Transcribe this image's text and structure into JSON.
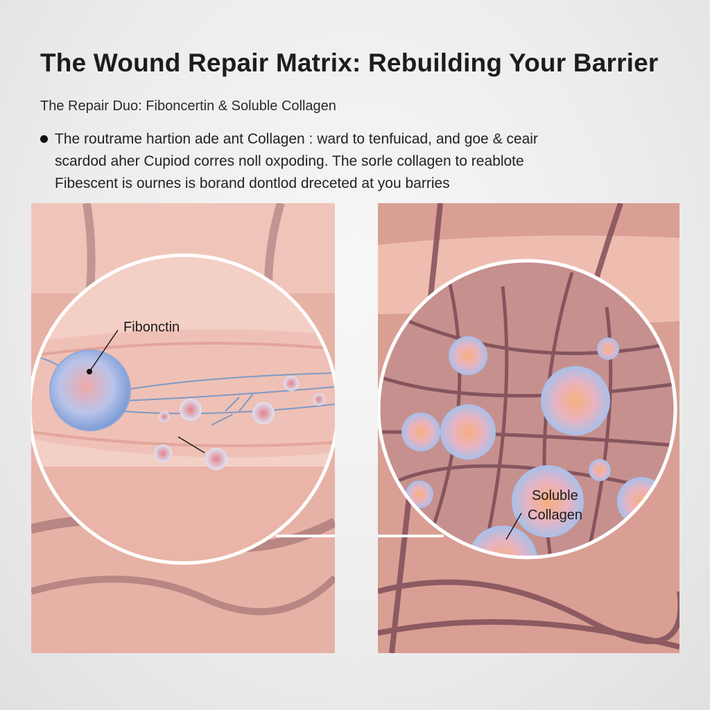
{
  "header": {
    "title": "The Wound Repair Matrix: Rebuilding Your Barrier",
    "subtitle": "The Repair Duo: Fiboncertin & Soluble Collagen",
    "bullet_lines": [
      "The routrame hartion ade ant Collagen : ward to tenfuicad, and goe & ceair",
      "scardod aher Cupiod corres noll oxpoding. The sorle collagen to reablote",
      "Fibescent is ournes is borand dontlod dreceted at you barries"
    ]
  },
  "left_panel": {
    "callout_label": "Fibonctin"
  },
  "right_panel": {
    "callout_label_line1": "Soluble",
    "callout_label_line2": "Collagen"
  },
  "colors": {
    "skin_pink": "#e9b4a8",
    "fiber": "#7a4a55",
    "fibronectin_blue": "#6f95c8",
    "cell_core": "#f2b08a"
  }
}
